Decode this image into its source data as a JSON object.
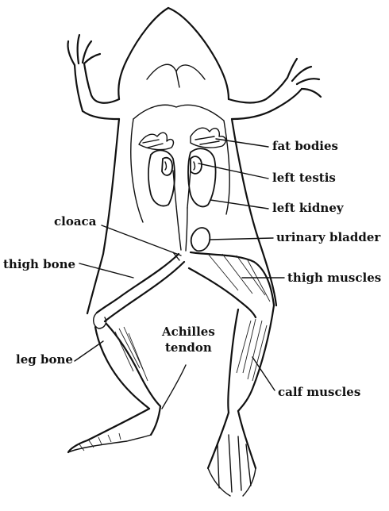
{
  "colors": {
    "ink": "#111111",
    "background": "#ffffff"
  },
  "labels": {
    "fat_bodies": "fat bodies",
    "left_testis": "left testis",
    "left_kidney": "left kidney",
    "cloaca": "cloaca",
    "urinary_bladder": "urinary bladder",
    "thigh_bone": "thigh bone",
    "thigh_muscles": "thigh muscles",
    "achilles_line1": "Achilles",
    "achilles_line2": "tendon",
    "leg_bone": "leg bone",
    "calf_muscles": "calf muscles"
  }
}
